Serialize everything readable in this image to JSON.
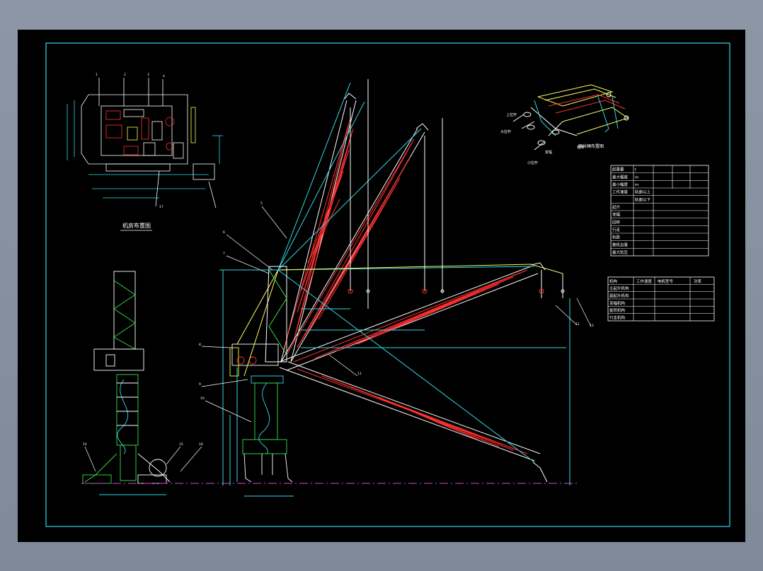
{
  "drawing": {
    "plan_view_title": "机房布置图",
    "axon_view_title": "钢丝绳布置图",
    "axon_labels": [
      "上拉杆",
      "大拉杆",
      "变幅",
      "小拉杆",
      "卷筒"
    ],
    "part_numbers": [
      "1",
      "2",
      "3",
      "4",
      "5",
      "6",
      "7",
      "8",
      "9",
      "10",
      "11",
      "12",
      "13",
      "14",
      "15",
      "16",
      "17"
    ]
  },
  "spec_table": {
    "rows": [
      [
        "起重量",
        "t",
        "",
        "",
        ""
      ],
      [
        "最大幅度",
        "m",
        "",
        "",
        ""
      ],
      [
        "最小幅度",
        "m",
        "",
        "",
        ""
      ],
      [
        "工作速度",
        "轨面以上",
        "",
        "",
        ""
      ],
      [
        "",
        "轨面以下",
        "",
        "",
        ""
      ],
      [
        "起升",
        "",
        "",
        "",
        ""
      ],
      [
        "变幅",
        "",
        "",
        "",
        ""
      ],
      [
        "回转",
        "",
        "",
        "",
        ""
      ],
      [
        "行走",
        "",
        "",
        "",
        ""
      ],
      [
        "轨距",
        "",
        "",
        "",
        ""
      ],
      [
        "整机自重",
        "",
        "",
        "",
        ""
      ],
      [
        "最大轮压",
        "",
        "",
        "",
        ""
      ]
    ]
  },
  "motor_table": {
    "headers": [
      "机构",
      "工作速度",
      "电机型号",
      "功率"
    ],
    "rows": [
      [
        "主起升机构",
        "",
        "",
        ""
      ],
      [
        "副起升机构",
        "",
        "",
        ""
      ],
      [
        "变幅机构",
        "",
        "",
        ""
      ],
      [
        "旋转机构",
        "",
        "",
        ""
      ],
      [
        "行走机构",
        "",
        "",
        ""
      ]
    ]
  }
}
